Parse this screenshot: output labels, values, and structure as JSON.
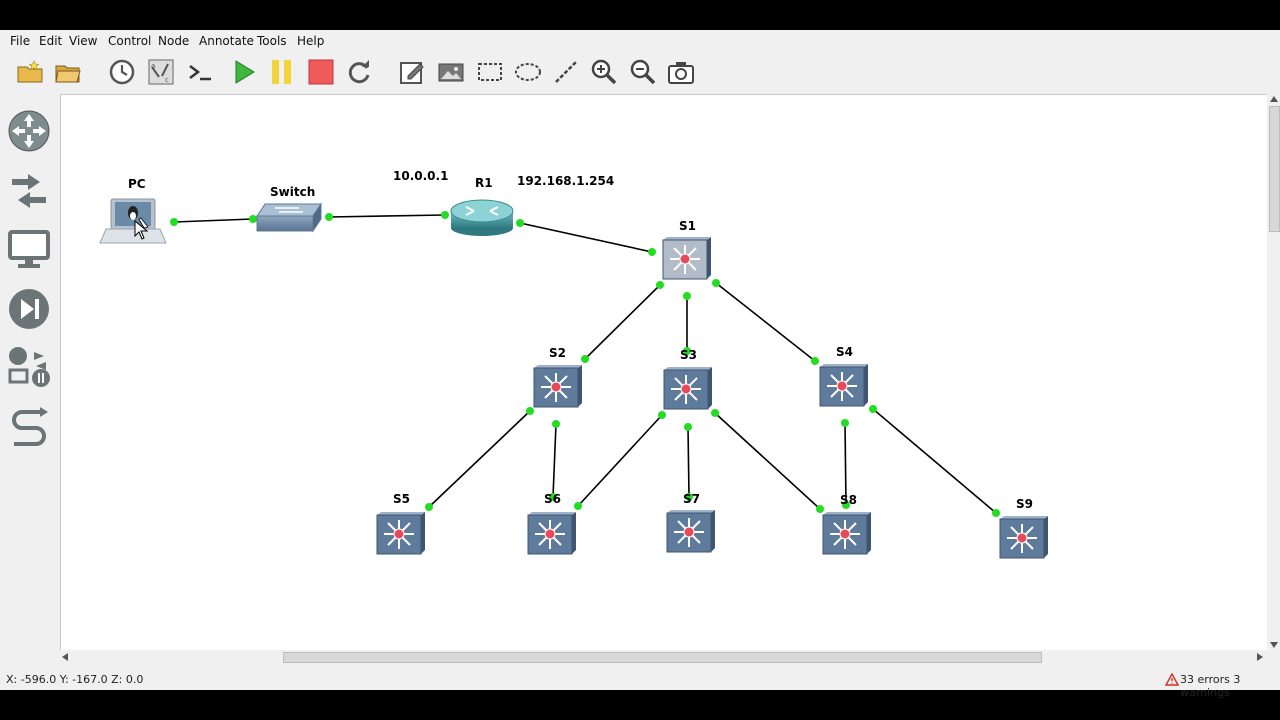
{
  "menu": {
    "file": "File",
    "edit": "Edit",
    "view": "View",
    "control": "Control",
    "node": "Node",
    "annotate": "Annotate",
    "tools": "Tools",
    "help": "Help"
  },
  "toolbar": {
    "icons": [
      "new-project-icon",
      "open-project-icon",
      "snapshot-clock-icon",
      "show-interface-labels-icon",
      "console-icon",
      "start-icon",
      "suspend-icon",
      "stop-icon",
      "reload-icon",
      "add-note-icon",
      "insert-image-icon",
      "draw-rectangle-icon",
      "draw-ellipse-icon",
      "draw-line-icon",
      "zoom-in-icon",
      "zoom-out-icon",
      "screenshot-icon"
    ]
  },
  "sidebar": {
    "icons": [
      "browse-routers-icon",
      "browse-switches-icon",
      "browse-end-devices-icon",
      "browse-security-devices-icon",
      "browse-all-devices-icon",
      "add-link-icon"
    ]
  },
  "topology": {
    "nodes": {
      "pc": "PC",
      "switch": "Switch",
      "r1": "R1",
      "s1": "S1",
      "s2": "S2",
      "s3": "S3",
      "s4": "S4",
      "s5": "S5",
      "s6": "S6",
      "s7": "S7",
      "s8": "S8",
      "s9": "S9"
    },
    "annotations": {
      "r1_left_ip": "10.0.0.1",
      "r1_right_ip": "192.168.1.254"
    }
  },
  "status": {
    "coords": "X: -596.0 Y: -167.0 Z: 0.0",
    "errors": "33 errors 3 warnings"
  },
  "colors": {
    "link_endpoint": "#22dd22",
    "switch_body": "#6f8aa8",
    "router_body": "#3c8f94",
    "warning": "#d03020"
  }
}
